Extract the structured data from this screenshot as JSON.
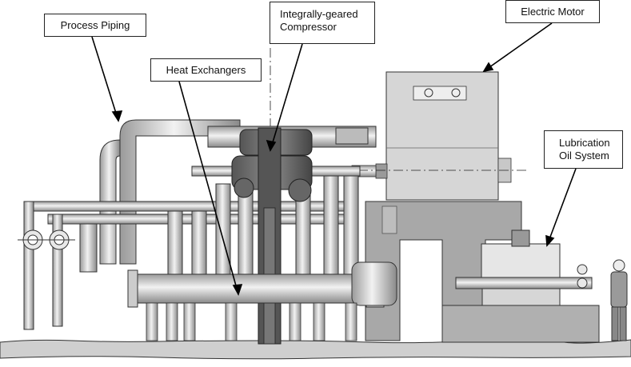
{
  "callouts": {
    "process_piping": "Process Piping",
    "compressor": "Integrally-geared\nCompressor",
    "heat_exchangers": "Heat Exchangers",
    "electric_motor": "Electric Motor",
    "lube_oil": "Lubrication\nOil System"
  }
}
